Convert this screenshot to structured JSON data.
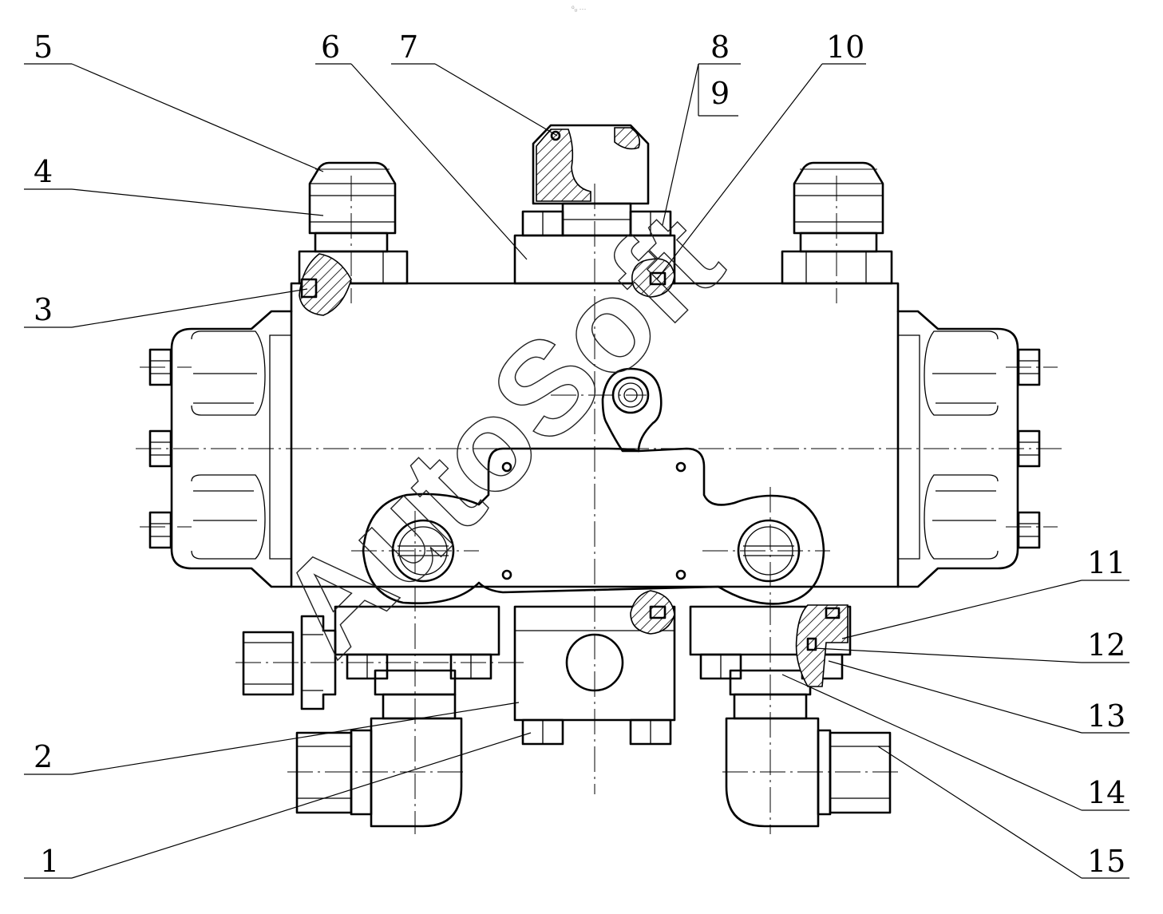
{
  "watermark": "AutoSoft",
  "top_mark": "⁰ᵤ ···",
  "callouts": [
    "1",
    "2",
    "3",
    "4",
    "5",
    "6",
    "7",
    "8",
    "9",
    "10",
    "11",
    "12",
    "13",
    "14",
    "15"
  ]
}
